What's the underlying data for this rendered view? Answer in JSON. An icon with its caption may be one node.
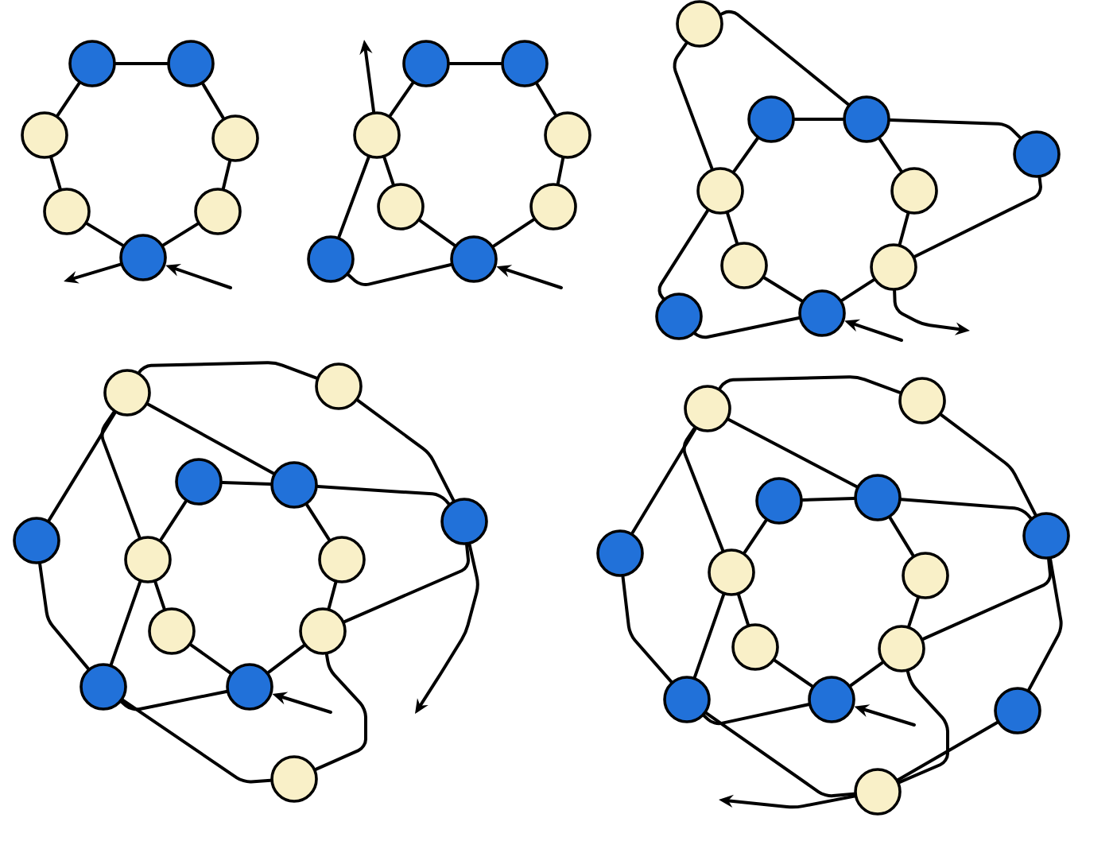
{
  "diagram": {
    "nodes": [
      {
        "text": [],
        "shape": "circle"
      },
      {
        "text": [],
        "shape": "circle"
      },
      {
        "text": [],
        "shape": "circle"
      },
      {
        "text": [],
        "shape": "circle"
      },
      {
        "text": [],
        "shape": "circle"
      },
      {
        "text": [],
        "shape": "circle"
      },
      {
        "text": [],
        "shape": "circle"
      },
      {
        "text": [],
        "shape": "circle"
      },
      {
        "text": [],
        "shape": "circle"
      },
      {
        "text": [],
        "shape": "circle"
      },
      {
        "text": [],
        "shape": "circle"
      },
      {
        "text": [],
        "shape": "circle"
      },
      {
        "text": [],
        "shape": "circle"
      },
      {
        "text": [],
        "shape": "circle"
      },
      {
        "text": [],
        "shape": "circle"
      },
      {
        "text": [],
        "shape": "circle"
      },
      {
        "text": [],
        "shape": "circle"
      },
      {
        "text": [],
        "shape": "circle"
      },
      {
        "text": [],
        "shape": "circle"
      },
      {
        "text": [],
        "shape": "circle"
      },
      {
        "text": [],
        "shape": "circle"
      },
      {
        "text": [],
        "shape": "circle"
      },
      {
        "text": [],
        "shape": "circle"
      },
      {
        "text": [],
        "shape": "circle"
      },
      {
        "text": [],
        "shape": "circle"
      },
      {
        "text": [],
        "shape": "circle"
      },
      {
        "text": [],
        "shape": "circle"
      },
      {
        "text": [],
        "shape": "circle"
      },
      {
        "text": [],
        "shape": "circle"
      },
      {
        "text": [],
        "shape": "circle"
      },
      {
        "text": [],
        "shape": "circle"
      },
      {
        "text": [],
        "shape": "circle"
      },
      {
        "text": [],
        "shape": "circle"
      },
      {
        "text": [],
        "shape": "circle"
      },
      {
        "text": [],
        "shape": "circle"
      },
      {
        "text": [],
        "shape": "circle"
      },
      {
        "text": [],
        "shape": "circle"
      },
      {
        "text": [],
        "shape": "circle"
      },
      {
        "text": [],
        "shape": "circle"
      },
      {
        "text": [],
        "shape": "circle"
      },
      {
        "text": [],
        "shape": "circle"
      },
      {
        "text": [],
        "shape": "circle"
      },
      {
        "text": [],
        "shape": "circle"
      },
      {
        "text": [],
        "shape": "circle"
      },
      {
        "text": [],
        "shape": "circle"
      },
      {
        "text": [],
        "shape": "circle"
      },
      {
        "text": [],
        "shape": "circle"
      },
      {
        "text": [],
        "shape": "circle"
      },
      {
        "text": [],
        "shape": "circle"
      },
      {
        "text": [],
        "shape": "circle"
      },
      {
        "text": [],
        "shape": "circle"
      },
      {
        "text": [],
        "shape": "circle"
      }
    ],
    "edges": [
      {
        "from": 0,
        "to": 1,
        "arrow": "none"
      },
      {
        "from": 0,
        "to": 2,
        "arrow": "none"
      },
      {
        "from": 1,
        "to": 3,
        "arrow": "none"
      },
      {
        "from": 2,
        "to": 4,
        "arrow": "none"
      },
      {
        "from": 3,
        "to": 5,
        "arrow": "none"
      },
      {
        "from": 4,
        "to": 6,
        "arrow": "none"
      },
      {
        "from": 5,
        "to": 6,
        "arrow": "none"
      },
      {
        "from": 6,
        "to": null,
        "arrow": "to"
      },
      {
        "from": null,
        "to": 6,
        "arrow": "to"
      },
      {
        "from": 7,
        "to": 8,
        "arrow": "none"
      },
      {
        "from": 7,
        "to": 9,
        "arrow": "none"
      },
      {
        "from": 8,
        "to": 10,
        "arrow": "none"
      },
      {
        "from": 9,
        "to": 11,
        "arrow": "none"
      },
      {
        "from": 10,
        "to": 12,
        "arrow": "none"
      },
      {
        "from": 11,
        "to": 14,
        "arrow": "none"
      },
      {
        "from": 12,
        "to": 14,
        "arrow": "none"
      },
      {
        "from": 9,
        "to": 13,
        "arrow": "none"
      },
      {
        "from": 13,
        "to": 14,
        "arrow": "none"
      },
      {
        "from": 9,
        "to": null,
        "arrow": "to"
      },
      {
        "from": null,
        "to": 14,
        "arrow": "to"
      },
      {
        "from": 15,
        "to": 17,
        "arrow": "none"
      },
      {
        "from": 15,
        "to": 19,
        "arrow": "none"
      },
      {
        "from": 16,
        "to": 17,
        "arrow": "none"
      },
      {
        "from": 16,
        "to": 19,
        "arrow": "none"
      },
      {
        "from": 17,
        "to": 20,
        "arrow": "none"
      },
      {
        "from": 17,
        "to": 18,
        "arrow": "none"
      },
      {
        "from": 19,
        "to": 21,
        "arrow": "none"
      },
      {
        "from": 19,
        "to": 24,
        "arrow": "none"
      },
      {
        "from": 20,
        "to": 22,
        "arrow": "none"
      },
      {
        "from": 18,
        "to": 22,
        "arrow": "none"
      },
      {
        "from": 21,
        "to": 23,
        "arrow": "none"
      },
      {
        "from": 22,
        "to": 23,
        "arrow": "none"
      },
      {
        "from": 24,
        "to": 23,
        "arrow": "none"
      },
      {
        "from": 22,
        "to": null,
        "arrow": "to"
      },
      {
        "from": null,
        "to": 23,
        "arrow": "to"
      },
      {
        "from": 25,
        "to": 26,
        "arrow": "none"
      },
      {
        "from": 25,
        "to": 29,
        "arrow": "none"
      },
      {
        "from": 25,
        "to": 31,
        "arrow": "none"
      },
      {
        "from": 25,
        "to": 28,
        "arrow": "none"
      },
      {
        "from": 26,
        "to": 30,
        "arrow": "none"
      },
      {
        "from": 27,
        "to": 28,
        "arrow": "none"
      },
      {
        "from": 27,
        "to": 31,
        "arrow": "none"
      },
      {
        "from": 28,
        "to": 32,
        "arrow": "none"
      },
      {
        "from": 28,
        "to": 30,
        "arrow": "none"
      },
      {
        "from": 29,
        "to": 35,
        "arrow": "none"
      },
      {
        "from": 31,
        "to": 33,
        "arrow": "none"
      },
      {
        "from": 31,
        "to": 35,
        "arrow": "none"
      },
      {
        "from": 32,
        "to": 34,
        "arrow": "none"
      },
      {
        "from": 30,
        "to": 34,
        "arrow": "none"
      },
      {
        "from": 33,
        "to": 36,
        "arrow": "none"
      },
      {
        "from": 34,
        "to": 36,
        "arrow": "none"
      },
      {
        "from": 35,
        "to": 36,
        "arrow": "none"
      },
      {
        "from": 35,
        "to": 37,
        "arrow": "none"
      },
      {
        "from": 37,
        "to": 34,
        "arrow": "none"
      },
      {
        "from": 30,
        "to": null,
        "arrow": "to"
      },
      {
        "from": null,
        "to": 36,
        "arrow": "to"
      },
      {
        "from": 38,
        "to": 39,
        "arrow": "none"
      },
      {
        "from": 38,
        "to": 42,
        "arrow": "none"
      },
      {
        "from": 38,
        "to": 44,
        "arrow": "none"
      },
      {
        "from": 38,
        "to": 41,
        "arrow": "none"
      },
      {
        "from": 39,
        "to": 43,
        "arrow": "none"
      },
      {
        "from": 40,
        "to": 41,
        "arrow": "none"
      },
      {
        "from": 40,
        "to": 44,
        "arrow": "none"
      },
      {
        "from": 41,
        "to": 45,
        "arrow": "none"
      },
      {
        "from": 41,
        "to": 43,
        "arrow": "none"
      },
      {
        "from": 42,
        "to": 48,
        "arrow": "none"
      },
      {
        "from": 44,
        "to": 46,
        "arrow": "none"
      },
      {
        "from": 44,
        "to": 48,
        "arrow": "none"
      },
      {
        "from": 45,
        "to": 47,
        "arrow": "none"
      },
      {
        "from": 43,
        "to": 47,
        "arrow": "none"
      },
      {
        "from": 46,
        "to": 49,
        "arrow": "none"
      },
      {
        "from": 47,
        "to": 49,
        "arrow": "none"
      },
      {
        "from": 48,
        "to": 49,
        "arrow": "none"
      },
      {
        "from": 48,
        "to": 51,
        "arrow": "none"
      },
      {
        "from": 51,
        "to": 47,
        "arrow": "none"
      },
      {
        "from": 43,
        "to": 50,
        "arrow": "none"
      },
      {
        "from": 50,
        "to": 51,
        "arrow": "none"
      },
      {
        "from": 51,
        "to": null,
        "arrow": "to"
      },
      {
        "from": null,
        "to": 49,
        "arrow": "to"
      }
    ]
  }
}
